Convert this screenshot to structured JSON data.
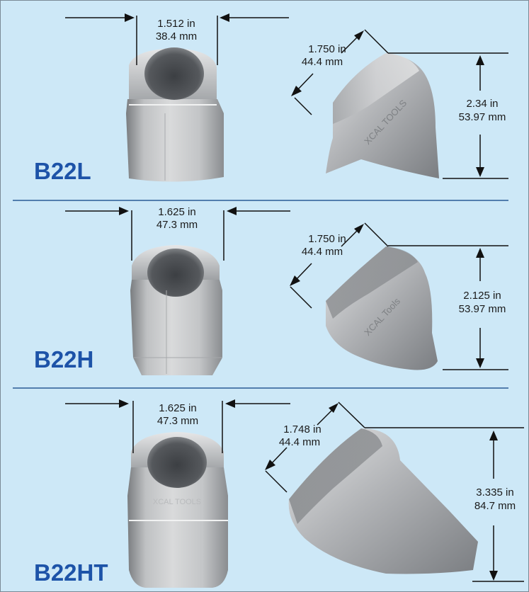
{
  "panel": {
    "background": "#cde8f7",
    "border": "#7b8a96",
    "divider": "#2a5a96"
  },
  "colors": {
    "model_label": "#1d53a8",
    "metal_light": "#d7d8d9",
    "metal_dark": "#6b6e72",
    "bore": "#4a4d51"
  },
  "products": [
    {
      "model": "B22L",
      "front_width": {
        "in": "1.512 in",
        "mm": "38.4 mm"
      },
      "side_width": {
        "in": "1.750 in",
        "mm": "44.4 mm"
      },
      "height": {
        "in": "2.34 in",
        "mm": "53.97 mm"
      },
      "brand": "XCAL TOOLS"
    },
    {
      "model": "B22H",
      "front_width": {
        "in": "1.625 in",
        "mm": "47.3 mm"
      },
      "side_width": {
        "in": "1.750 in",
        "mm": "44.4 mm"
      },
      "height": {
        "in": "2.125 in",
        "mm": "53.97 mm"
      },
      "brand": "XCAL Tools"
    },
    {
      "model": "B22HT",
      "front_width": {
        "in": "1.625 in",
        "mm": "47.3 mm"
      },
      "side_width": {
        "in": "1.748 in",
        "mm": "44.4 mm"
      },
      "height": {
        "in": "3.335 in",
        "mm": "84.7 mm"
      },
      "brand": "XCAL TOOLS"
    }
  ]
}
